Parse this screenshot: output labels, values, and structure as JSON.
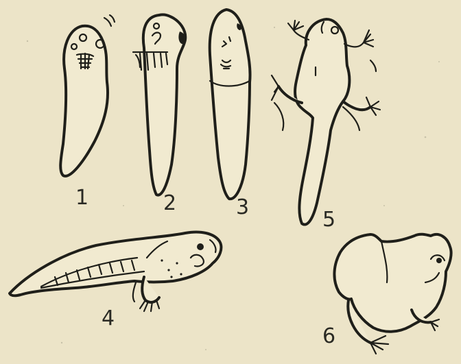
{
  "figure": {
    "labels": {
      "stage1": "1",
      "stage2": "2",
      "stage3": "3",
      "stage4": "4",
      "stage5": "5",
      "stage6": "6"
    },
    "colors": {
      "paper": "#ece4c8",
      "ink": "#1f1f1a"
    }
  }
}
